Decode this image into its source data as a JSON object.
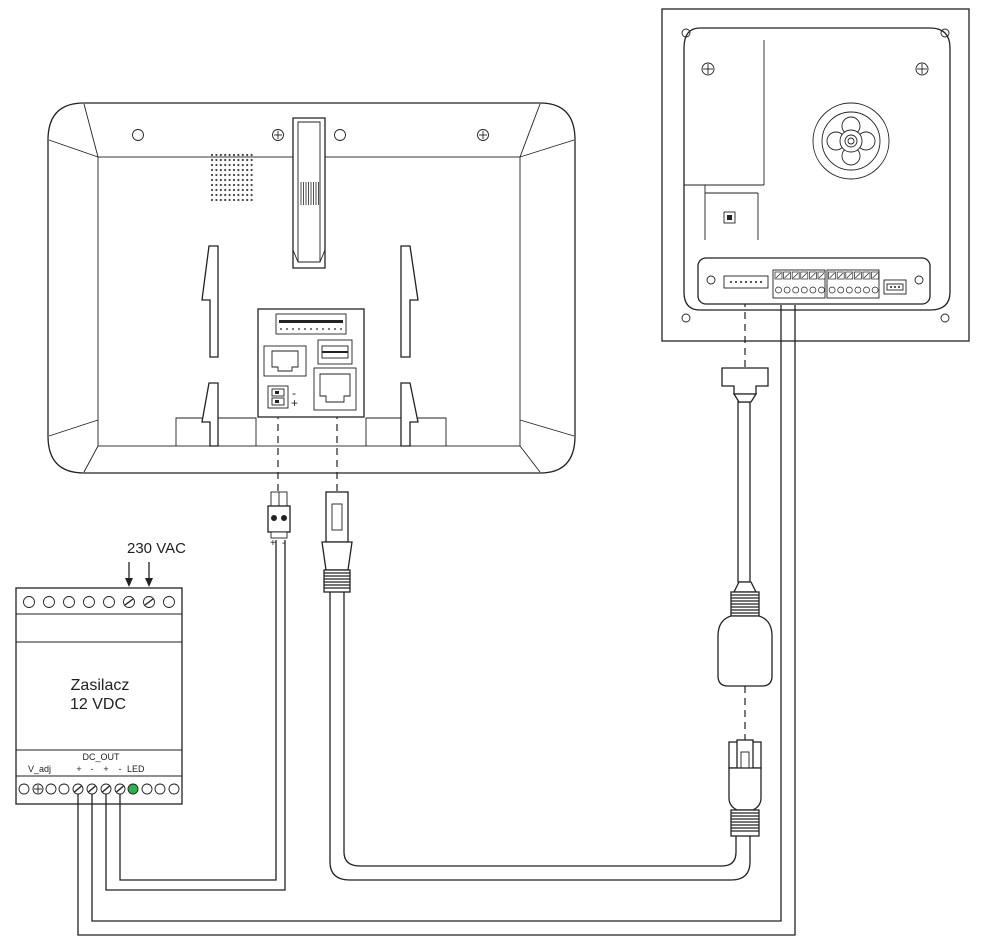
{
  "psu": {
    "input_label": "230 VAC",
    "name_line1": "Zasilacz",
    "name_line2": "12 VDC",
    "dc_out_label": "DC_OUT",
    "vadj_label": "V_adj",
    "pin_labels": [
      "+",
      "-",
      "+",
      "-"
    ],
    "led_label": "LED",
    "led_color": "#2bb24c"
  },
  "monitor_plug": {
    "pin_plus": "+",
    "pin_minus": "-"
  },
  "monitor_terminal": {
    "pin_minus": "-",
    "pin_plus": "+"
  }
}
